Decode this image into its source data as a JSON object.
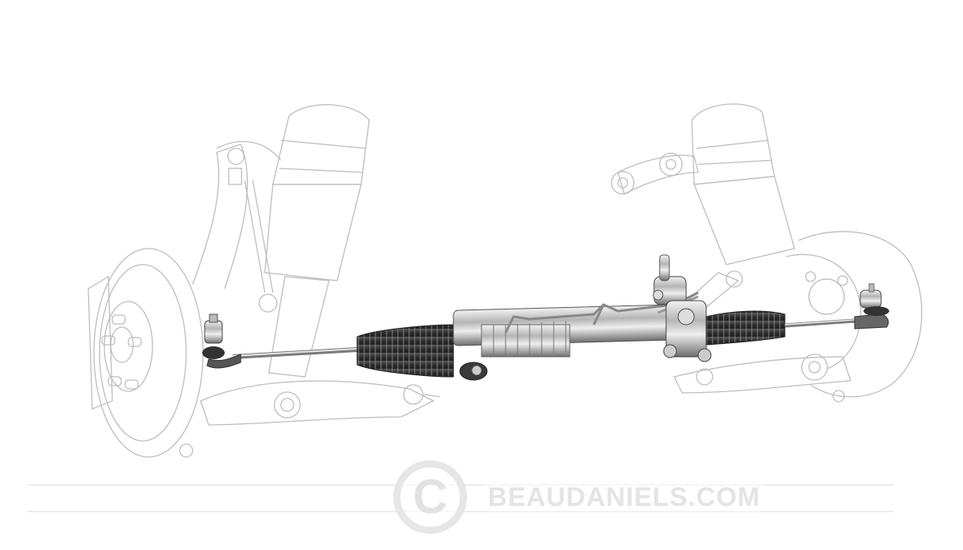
{
  "illustration": {
    "subject": "Rack-and-pinion steering assembly with front suspension outline",
    "components": [
      "left-brake-disc",
      "left-strut",
      "left-tie-rod-end",
      "left-bellows-boot",
      "rack-housing",
      "pinion-shaft",
      "hydraulic-lines",
      "right-bellows-boot",
      "right-tie-rod-end",
      "right-strut",
      "right-knuckle"
    ],
    "colors": {
      "background": "#ffffff",
      "outline": "#b8b8b8",
      "boot": "#3a3a3a",
      "metal": "#9a9a9a",
      "metal_highlight": "#e8e8e8"
    }
  },
  "watermark": {
    "symbol": "C",
    "text": "BEAUDANIELS.COM",
    "color": "#e4e4e4"
  }
}
